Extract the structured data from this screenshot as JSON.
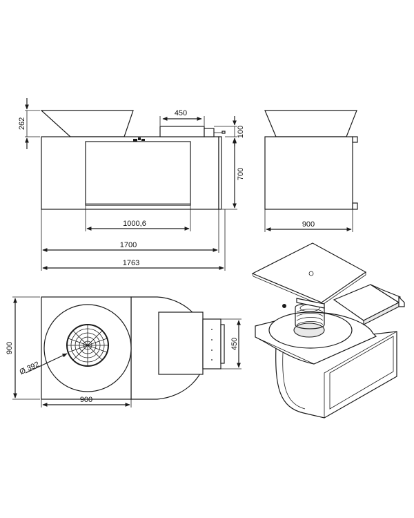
{
  "drawing": {
    "front_view": {
      "bowl_height": "262",
      "drawer_width": "450",
      "drawer_height": "100",
      "opening_width": "1000,6",
      "body_width": "1700",
      "overall_width": "1763"
    },
    "side_view": {
      "body_height": "700",
      "body_width": "900"
    },
    "top_view": {
      "grate_diameter": "Ø 392",
      "depth": "900",
      "width": "900",
      "drawer_width": "450"
    }
  }
}
